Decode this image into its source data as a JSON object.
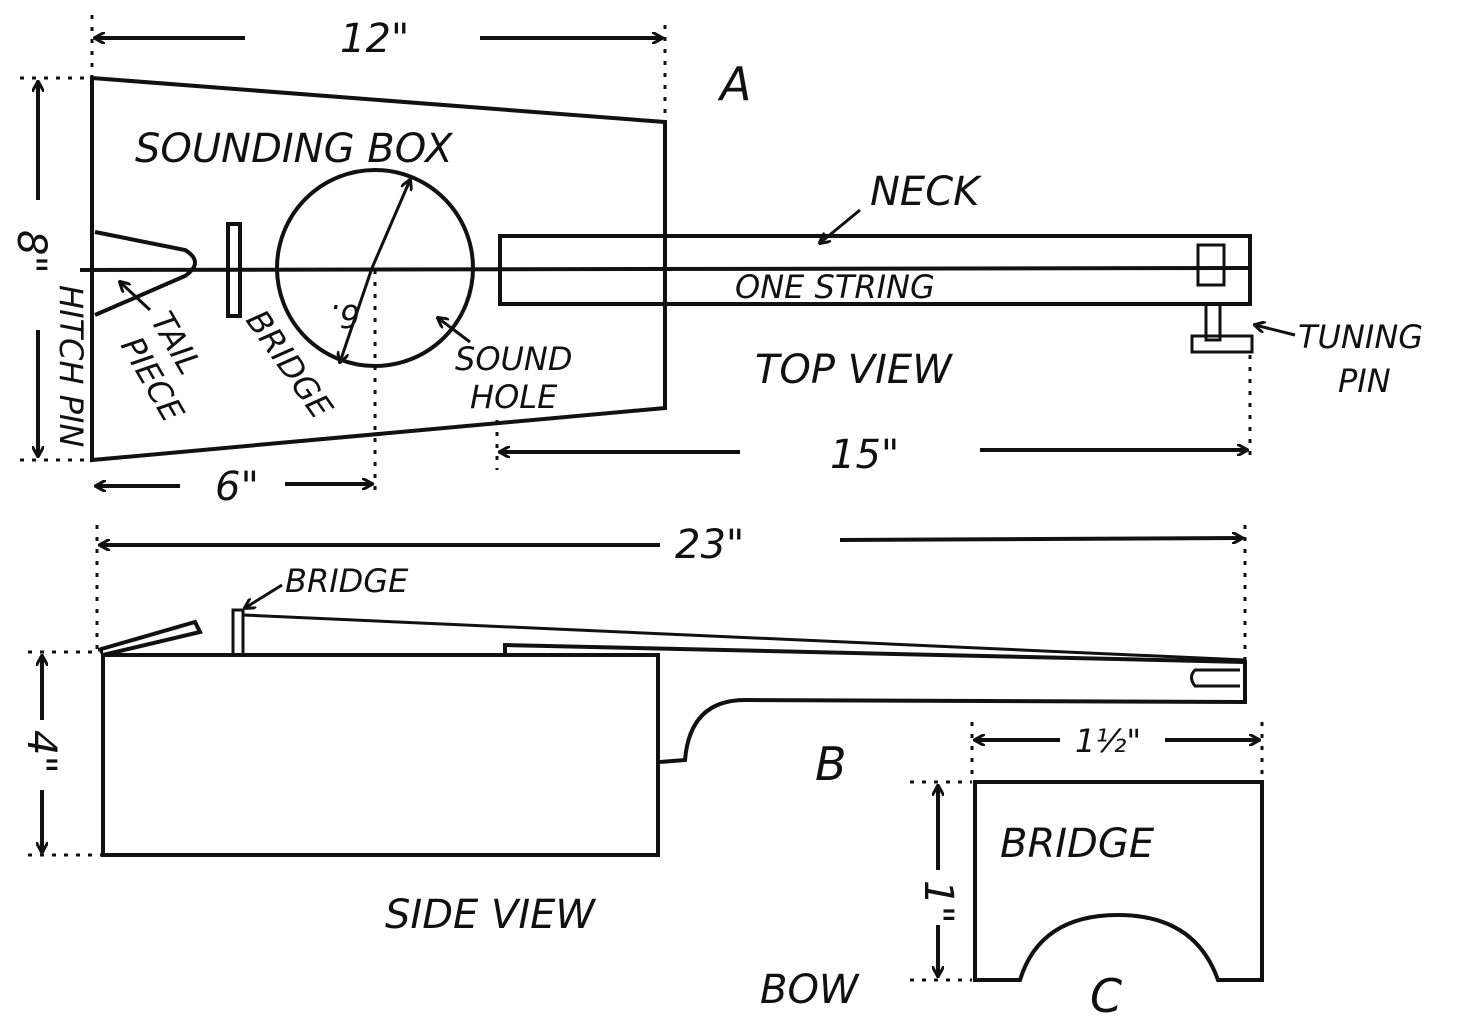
{
  "top_view": {
    "label_A": "A",
    "dim_width": "12\"",
    "dim_height": "8\"",
    "hitch_pin": "HITCH PIN",
    "sounding_box": "SOUNDING BOX",
    "neck": "NECK",
    "one_string": "ONE STRING",
    "tail_piece_1": "TAIL",
    "tail_piece_2": "PIECE",
    "bridge": "BRIDGE",
    "radius": "6.",
    "sound_hole_1": "SOUND",
    "sound_hole_2": "HOLE",
    "title": "TOP VIEW",
    "tuning_pin_1": "TUNING",
    "tuning_pin_2": "PIN",
    "dim_neck": "15\"",
    "dim_center": "6\""
  },
  "side_view": {
    "dim_total": "23\"",
    "bridge": "BRIDGE",
    "dim_height": "4\"",
    "label_B": "B",
    "title": "SIDE VIEW"
  },
  "bridge_detail": {
    "dim_width": "1½\"",
    "dim_height": "1\"",
    "label": "BRIDGE",
    "bow": "BOW",
    "label_C": "C"
  }
}
